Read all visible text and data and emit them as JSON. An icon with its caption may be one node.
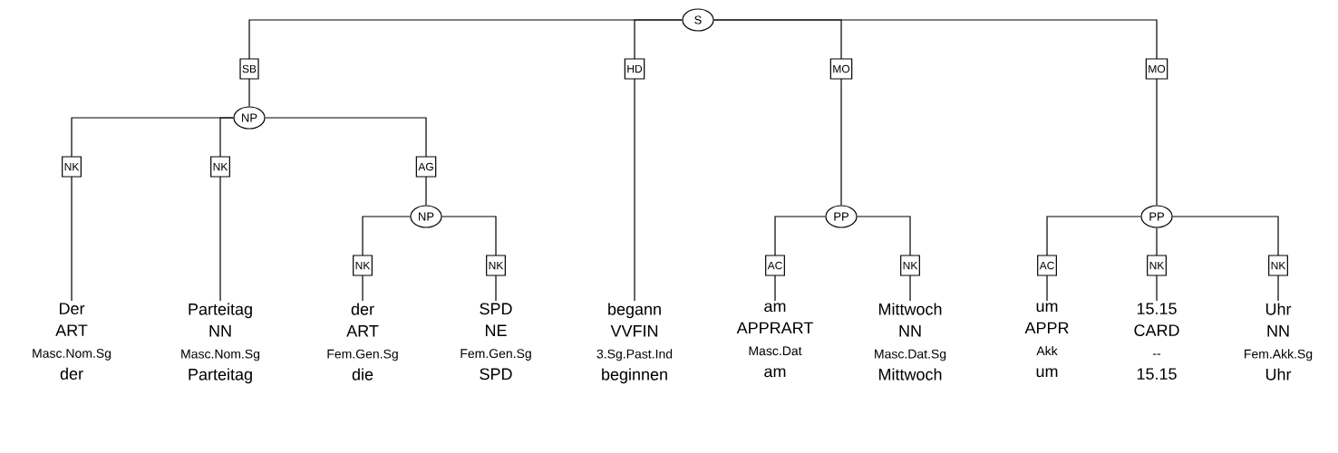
{
  "diagram": {
    "nodes": [
      {
        "text": [
          "S"
        ]
      },
      {
        "text": [
          "NP"
        ]
      },
      {
        "text": [
          "NP"
        ]
      },
      {
        "text": [
          "PP"
        ]
      },
      {
        "text": [
          "PP"
        ]
      },
      {
        "text": [
          "Der",
          "ART",
          "Masc.Nom.Sg",
          "der"
        ]
      },
      {
        "text": [
          "Parteitag",
          "NN",
          "Masc.Nom.Sg",
          "Parteitag"
        ]
      },
      {
        "text": [
          "der",
          "ART",
          "Fem.Gen.Sg",
          "die"
        ]
      },
      {
        "text": [
          "SPD",
          "NE",
          "Fem.Gen.Sg",
          "SPD"
        ]
      },
      {
        "text": [
          "begann",
          "VVFIN",
          "3.Sg.Past.Ind",
          "beginnen"
        ]
      },
      {
        "text": [
          "am",
          "APPRART",
          "Masc.Dat",
          "am"
        ]
      },
      {
        "text": [
          "Mittwoch",
          "NN",
          "Masc.Dat.Sg",
          "Mittwoch"
        ]
      },
      {
        "text": [
          "um",
          "APPR",
          "Akk",
          "um"
        ]
      },
      {
        "text": [
          "15.15",
          "CARD",
          "--",
          "15.15"
        ]
      },
      {
        "text": [
          "Uhr",
          "NN",
          "Fem.Akk.Sg",
          "Uhr"
        ]
      }
    ],
    "edges": [
      {
        "from": 0,
        "to": 1,
        "arrow": "none",
        "label": "SB"
      },
      {
        "from": 0,
        "to": 9,
        "arrow": "none",
        "label": "HD"
      },
      {
        "from": 0,
        "to": 3,
        "arrow": "none",
        "label": "MO"
      },
      {
        "from": 0,
        "to": 4,
        "arrow": "none",
        "label": "MO"
      },
      {
        "from": 1,
        "to": 5,
        "arrow": "none",
        "label": "NK"
      },
      {
        "from": 1,
        "to": 6,
        "arrow": "none",
        "label": "NK"
      },
      {
        "from": 1,
        "to": 2,
        "arrow": "none",
        "label": "AG"
      },
      {
        "from": 2,
        "to": 7,
        "arrow": "none",
        "label": "NK"
      },
      {
        "from": 2,
        "to": 8,
        "arrow": "none",
        "label": "NK"
      },
      {
        "from": 3,
        "to": 10,
        "arrow": "none",
        "label": "AC"
      },
      {
        "from": 3,
        "to": 11,
        "arrow": "none",
        "label": "NK"
      },
      {
        "from": 4,
        "to": 12,
        "arrow": "none",
        "label": "AC"
      },
      {
        "from": 4,
        "to": 13,
        "arrow": "none",
        "label": "NK"
      },
      {
        "from": 4,
        "to": 14,
        "arrow": "none",
        "label": "NK"
      }
    ]
  }
}
